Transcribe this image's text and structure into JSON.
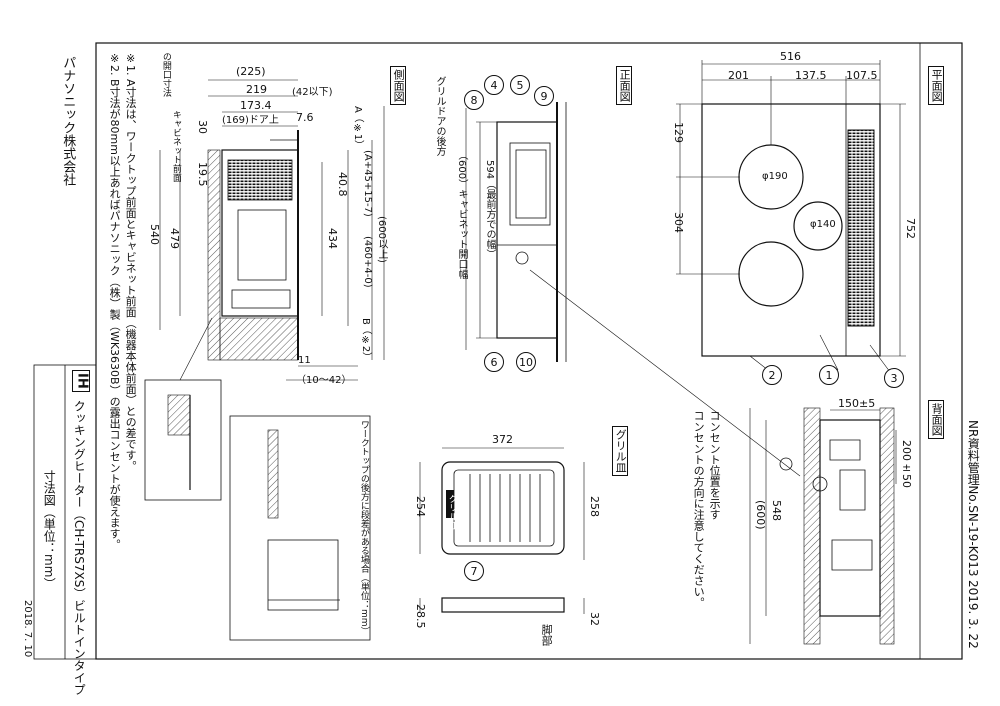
{
  "header": {
    "doc_no": "NR資料管理No.SN-19-K013",
    "issue_date": "2019. 3. 22",
    "maker": "パナソニック株式会社",
    "print_date": "2018. 7. 10"
  },
  "notes": {
    "note1": "※1. A寸法は、ワークトップ前面とキャビネット前面（機器本体前面）との差です。",
    "note2": "※2. B寸法が80mm以上あればパナソニック（株）製（WK3630B）の露出コンセントが使えます。"
  },
  "title_block": {
    "ih_badge": "IH",
    "product": "クッキングヒーター（CH-TRS7XS）ビルトインタイプ",
    "drawing_type": "寸法図（単位：mm）"
  },
  "views": {
    "plan": {
      "label": "平面図",
      "dims": [
        "516",
        "201",
        "137.5",
        "107.5",
        "129",
        "304",
        "752",
        "φ190",
        "φ140"
      ]
    },
    "front": {
      "label": "正面図",
      "dims": [
        "594（最前方での幅）",
        "（600）キャビネット開口幅"
      ],
      "grill_door_rear": "グリルドアの後方"
    },
    "side": {
      "label": "側面図",
      "dims": [
        "(225)",
        "219",
        "173.4",
        "(169)ドア上",
        "(42以下)",
        "7.6",
        "30",
        "19.5",
        "40.8",
        "540",
        "479",
        "434",
        "(A+45+15-7)",
        "(460+4-0)",
        "(600以上)",
        "A（※1）",
        "B（※2）",
        "11",
        "（10～42）"
      ],
      "cabinet_label": "キャビネット前面",
      "opening_label": "の開口寸法"
    },
    "grill": {
      "label": "グリル皿",
      "dims": [
        "372",
        "254",
        "258",
        "28.5",
        "32"
      ],
      "leg_label": "脚部",
      "plate_text": "グリル皿"
    },
    "back": {
      "label": "背面図",
      "dims": [
        "150±5",
        "200±50",
        "548",
        "(600)"
      ],
      "outlet_note1": "コンセント位置を示す",
      "outlet_note2": "コンセントの方向に注意してください。"
    },
    "worktop": {
      "title": "ワークトップの後方に段差がある場合（単位：mm）"
    }
  },
  "callouts": [
    "1",
    "2",
    "3",
    "4",
    "5",
    "6",
    "7",
    "8",
    "9",
    "10"
  ]
}
